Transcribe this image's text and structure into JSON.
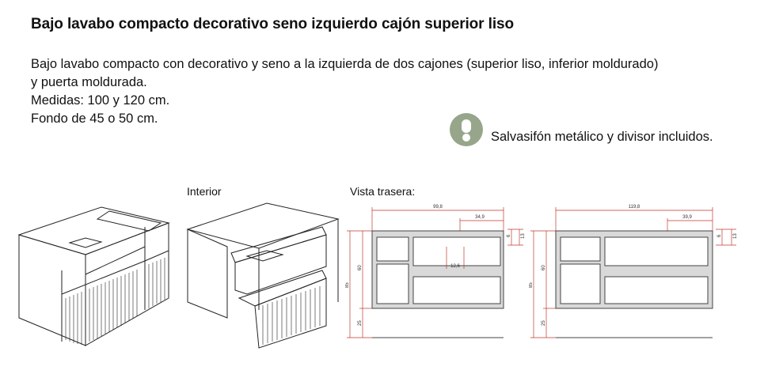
{
  "product": {
    "title": "Bajo lavabo compacto decorativo seno izquierdo cajón superior liso",
    "description_lines": [
      "Bajo lavabo compacto con decorativo y seno a la izquierda de dos cajones (superior liso, inferior moldurado)",
      "y puerta moldurada.",
      "Medidas: 100 y 120 cm.",
      "Fondo de 45 o 50 cm."
    ],
    "note": "Salvasifón metálico y divisor incluidos."
  },
  "figures": {
    "interior_label": "Interior",
    "rear_label": "Vista trasera:",
    "rear_100": {
      "width": "99,8",
      "offset": "34,9",
      "side_dim": "12,6",
      "d1": "6",
      "d2": "13",
      "h_total": "85",
      "h_body": "60",
      "h_legs": "25"
    },
    "rear_120": {
      "width": "119,8",
      "offset": "39,9",
      "d1": "6",
      "d2": "13",
      "h_total": "85",
      "h_body": "60",
      "h_legs": "25"
    }
  },
  "colors": {
    "note_icon": "#97a68a"
  }
}
